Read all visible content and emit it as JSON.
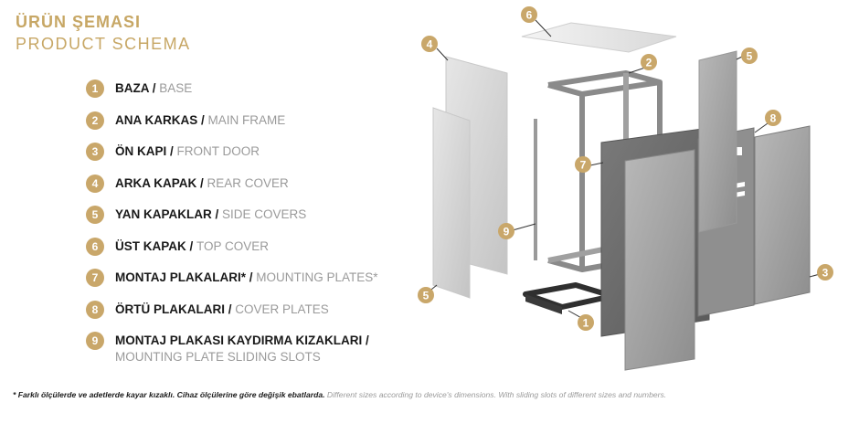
{
  "title_tr": "ÜRÜN ŞEMASI",
  "title_en": "PRODUCT SCHEMA",
  "legend": [
    {
      "n": "1",
      "tr": "BAZA",
      "en": "BASE"
    },
    {
      "n": "2",
      "tr": "ANA KARKAS",
      "en": "MAIN FRAME"
    },
    {
      "n": "3",
      "tr": "ÖN KAPI",
      "en": "FRONT DOOR"
    },
    {
      "n": "4",
      "tr": "ARKA KAPAK",
      "en": "REAR COVER"
    },
    {
      "n": "5",
      "tr": "YAN KAPAKLAR",
      "en": "SIDE COVERS"
    },
    {
      "n": "6",
      "tr": "ÜST KAPAK",
      "en": "TOP COVER"
    },
    {
      "n": "7",
      "tr": "MONTAJ PLAKALARI*",
      "en": "MOUNTING PLATES*"
    },
    {
      "n": "8",
      "tr": "ÖRTÜ PLAKALARI",
      "en": "COVER PLATES"
    },
    {
      "n": "9",
      "tr": "MONTAJ PLAKASI KAYDIRMA KIZAKLARI",
      "en": "MOUNTING PLATE SLIDING SLOTS"
    }
  ],
  "footnote_tr": "* Farklı ölçülerde ve adetlerde kayar kızaklı. Cihaz ölçülerine göre değişik ebatlarda.",
  "footnote_en": "Different sizes according to device's dimensions. With sliding slots of different sizes and numbers.",
  "callouts": [
    "6",
    "4",
    "2",
    "5",
    "8",
    "7",
    "9",
    "5",
    "1",
    "3"
  ],
  "colors": {
    "accent": "#c9a76a",
    "panel_light": "#d9d9d9",
    "panel_dark": "#6c6c6c",
    "frame": "#8a8a8a"
  }
}
